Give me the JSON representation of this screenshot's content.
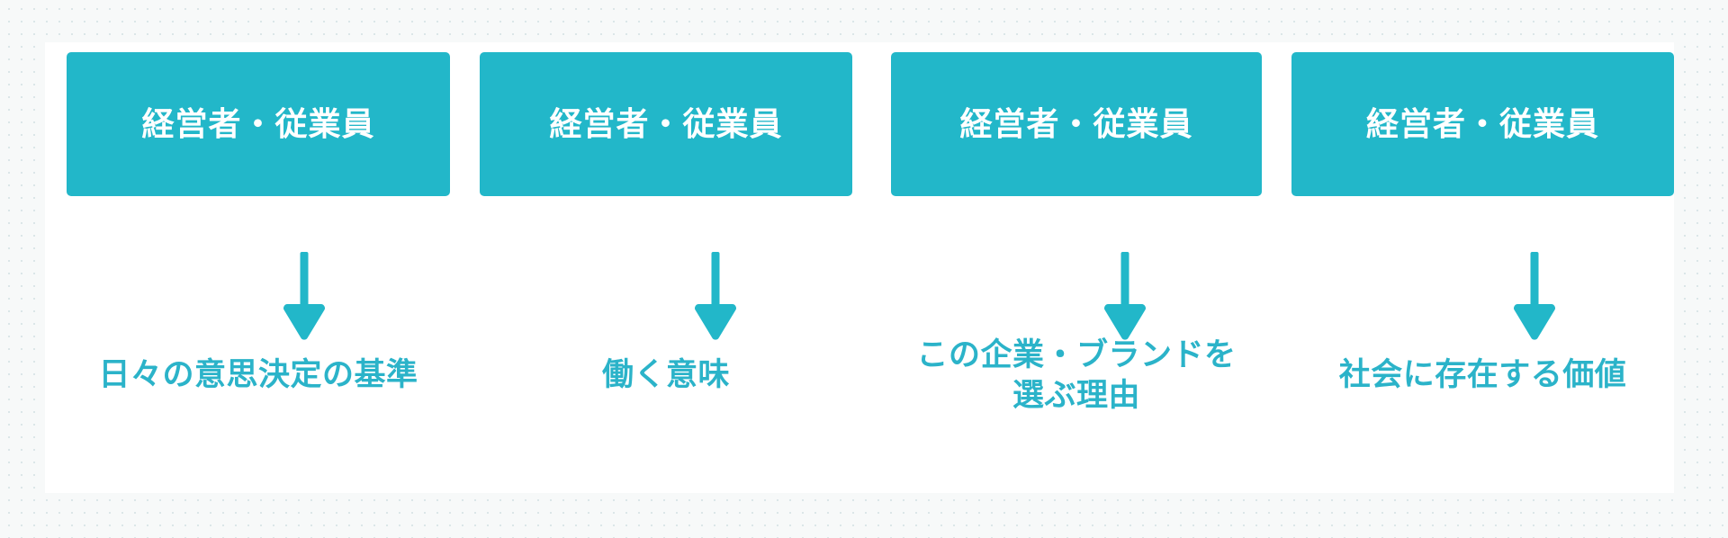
{
  "theme": {
    "accent": "#22b7c9",
    "caption_color": "#2bb3c9",
    "box_text_color": "#ffffff",
    "panel_background": "#ffffff",
    "page_background": "#f7f9f9"
  },
  "diagram": {
    "type": "four-column-stakeholder-flow",
    "columns": [
      {
        "box_label": "経営者・従業員",
        "arrow_icon": "arrow-down-icon",
        "caption_lines": [
          "日々の意思決定の基準"
        ]
      },
      {
        "box_label": "経営者・従業員",
        "arrow_icon": "arrow-down-icon",
        "caption_lines": [
          "働く意味"
        ]
      },
      {
        "box_label": "経営者・従業員",
        "arrow_icon": "arrow-down-icon",
        "caption_lines": [
          "この企業・ブランドを",
          "選ぶ理由"
        ]
      },
      {
        "box_label": "経営者・従業員",
        "arrow_icon": "arrow-down-icon",
        "caption_lines": [
          "社会に存在する価値"
        ]
      }
    ]
  }
}
